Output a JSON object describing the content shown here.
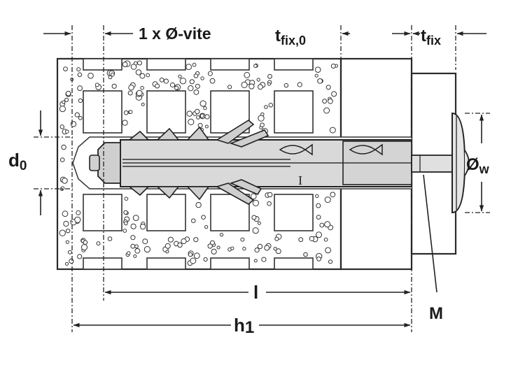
{
  "labels": {
    "screw_diameter": "1 x Ø-vite",
    "tfix0_main": "t",
    "tfix0_sub": "fix,0",
    "tfix_main": "t",
    "tfix_sub": "fix",
    "d0_main": "d",
    "d0_sub": "0",
    "washer_main": "Ø",
    "washer_sub": "w",
    "length_l": "l",
    "thread_M": "M",
    "depth_h1_main": "h",
    "depth_h1_sub": "1",
    "plug_mark": "I"
  },
  "colors": {
    "line": "#222222",
    "plug_fill": "#d9d9d9",
    "base_fill": "#f3f3f3",
    "plaster_fill": "#ececec",
    "fixture_fill": "#e4e4e4"
  }
}
